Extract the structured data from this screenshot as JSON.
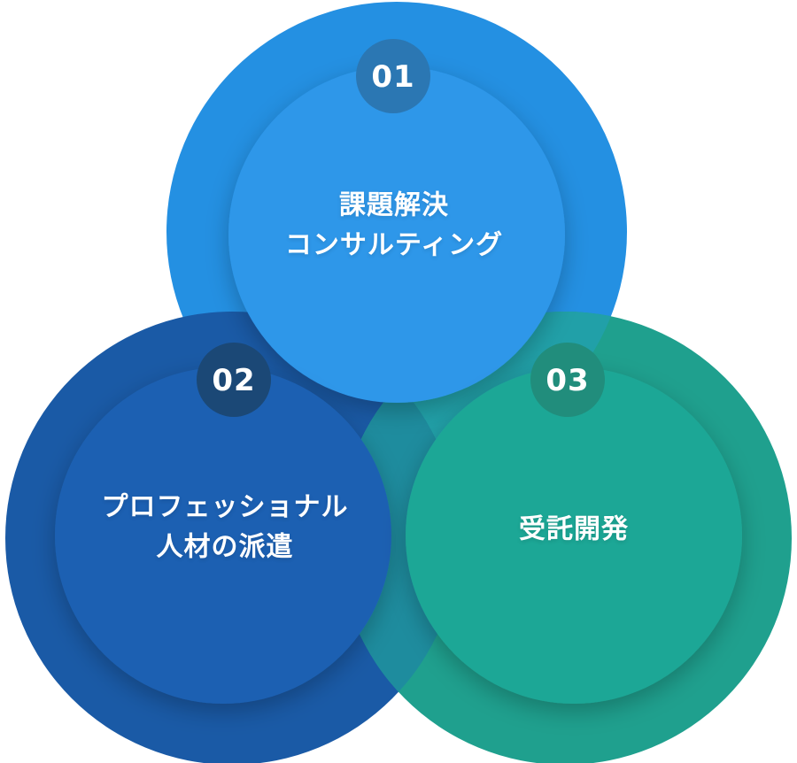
{
  "diagram": {
    "background_color": "#ffffff",
    "text_color": "#ffffff",
    "items": [
      {
        "number": "01",
        "title_lines": [
          "課題解決",
          "コンサルティング"
        ],
        "colors": {
          "outer": "#2490e2",
          "inner": "#2e97e9",
          "badge": "#2b77b3"
        }
      },
      {
        "number": "02",
        "title_lines": [
          "プロフェッショナル",
          "人材の派遣"
        ],
        "colors": {
          "outer": "#1a5aa6",
          "inner": "#1d61b2",
          "badge": "#1b4876"
        }
      },
      {
        "number": "03",
        "title_lines": [
          "受託開発"
        ],
        "colors": {
          "outer": "#1fa08e",
          "inner": "#1fa796",
          "badge": "#218d7c"
        }
      }
    ],
    "overlap_colors": {
      "green_over_dark_blue": "#1e8c9e",
      "green_over_light_blue": "#21a0a8"
    }
  }
}
